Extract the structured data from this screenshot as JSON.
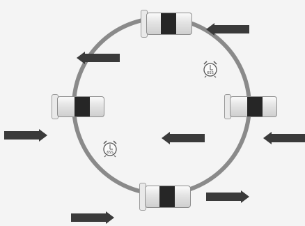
{
  "diagram": {
    "ring_color": "#8a8a8a",
    "vial_band_color": "#262626",
    "arrow_color": "#3a3a3a",
    "vials": [
      {
        "position": "top"
      },
      {
        "position": "left"
      },
      {
        "position": "right"
      },
      {
        "position": "bottom"
      }
    ],
    "arrows": [
      {
        "direction": "left",
        "label": ""
      },
      {
        "direction": "left",
        "label": ""
      },
      {
        "direction": "right",
        "label": ""
      },
      {
        "direction": "left",
        "label": ""
      },
      {
        "direction": "left",
        "label": ""
      },
      {
        "direction": "right",
        "label": ""
      },
      {
        "direction": "right",
        "label": ""
      }
    ],
    "clocks": [
      {
        "icon": "alarm-clock-icon",
        "text": "6SS"
      },
      {
        "icon": "alarm-clock-icon",
        "text": "6SS"
      }
    ]
  }
}
